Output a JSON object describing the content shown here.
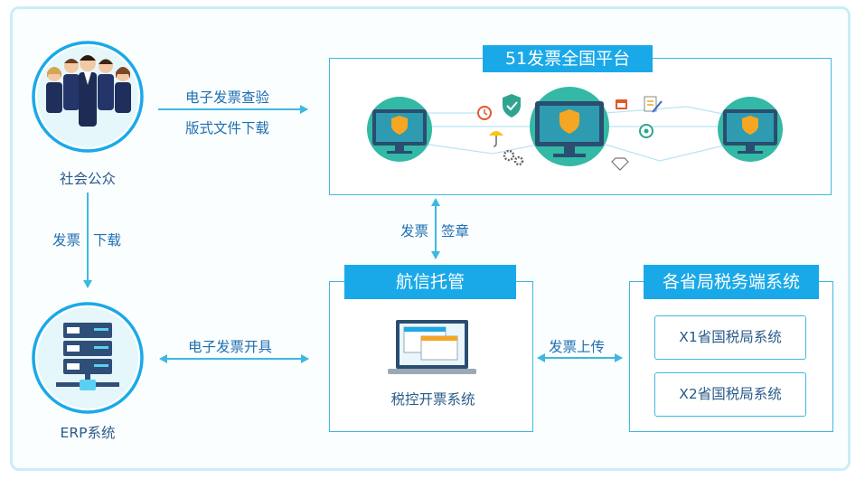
{
  "public": {
    "label": "社会公众"
  },
  "erp": {
    "label": "ERP系统"
  },
  "edges": {
    "public_to_platform_1": "电子发票查验",
    "public_to_platform_2": "版式文件下载",
    "public_to_erp_1": "发票",
    "public_to_erp_2": "下载",
    "erp_to_hangxin": "电子发票开具",
    "platform_to_hangxin_1": "发票",
    "platform_to_hangxin_2": "签章",
    "hangxin_to_tax": "发票上传"
  },
  "platform": {
    "title": "51发票全国平台"
  },
  "hangxin": {
    "title": "航信托管",
    "system": "税控开票系统"
  },
  "tax": {
    "title": "各省局税务端系统",
    "systems": [
      "X1省国税局系统",
      "X2省国税局系统"
    ]
  },
  "colors": {
    "accent": "#1aa9e8",
    "line": "#3fb8df",
    "teal": "#33b9a5",
    "text": "#1f6fb0"
  },
  "icons": [
    "people-group-icon",
    "server-rack-icon",
    "monitor-shield-icon",
    "clock-icon",
    "shield-check-icon",
    "umbrella-icon",
    "gears-icon",
    "calendar-icon",
    "document-edit-icon",
    "target-icon",
    "diamond-icon",
    "laptop-window-icon"
  ]
}
